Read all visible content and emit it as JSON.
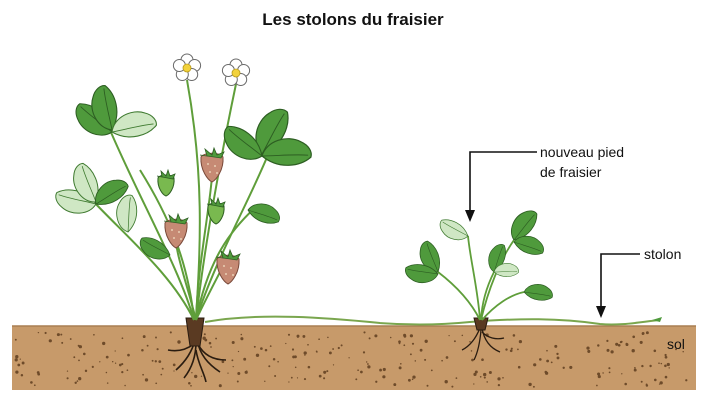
{
  "title": "Les stolons du fraisier",
  "labels": {
    "new_plant_line1": "nouveau pied",
    "new_plant_line2": "de fraisier",
    "stolon": "stolon",
    "soil": "sol"
  },
  "colors": {
    "soil": "#c79a6a",
    "soil_dots": "#6e4b2a",
    "leaf": "#4f9a3c",
    "leaf_light": "#cfe7c4",
    "stem": "#5f9e3a",
    "stolon": "#7aa64e",
    "fruit": "#c68a74",
    "flower": "#ffffff",
    "flower_center": "#f2d23c",
    "root": "#2a1c10",
    "line": "#111111"
  }
}
